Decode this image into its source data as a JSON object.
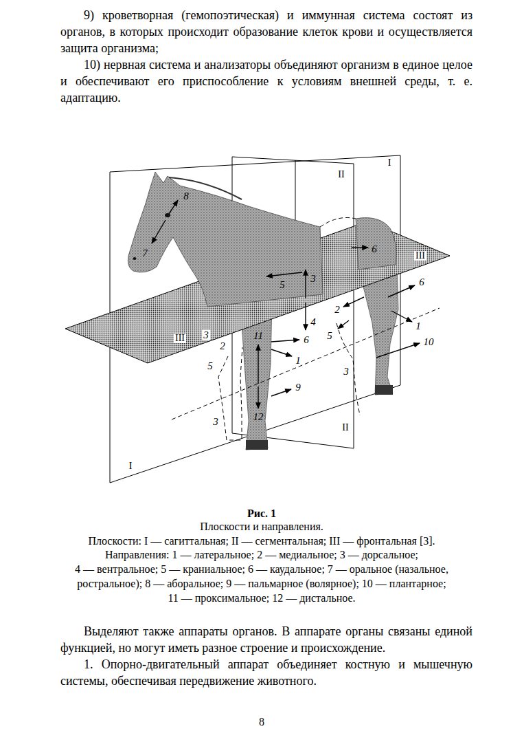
{
  "diagram": {
    "title": "Рис. 1",
    "caption": "Плоскости и направления.",
    "labels": [
      "9) кроветворная (гемопоэтическая) и иммунная система состоят из органов, в которых происходит образование клеток крови и осуществляется защита организма;",
      "10) нервная система и анализаторы объединяют организм в единое целое и обеспечивают его приспособление к условиям внешней среды, т. е. адаптацию.",
      "I",
      "II",
      "8",
      "7",
      "6",
      "III",
      "5",
      "3",
      "6",
      "2",
      "4",
      "1",
      "3",
      "III",
      "2",
      "11",
      "6",
      "5",
      "10",
      "5",
      "1",
      "3",
      "9",
      "3",
      "12",
      "II",
      "I",
      "Плоскости: I — сагиттальная; II — сегментальная; III — фронтальная [3].",
      "Направления: 1 — латеральное; 2 — медиальное; 3 — дорсальное; 4 — вентральное; 5 — краниальное; 6 — каудальное; 7 — оральное (назальное, ростральное); 8 — аборальное; 9 — пальмарное (волярное); 10 — плантарное; 11 — проксимальное; 12 — дистальное.",
      "Выделяют также аппараты органов. В аппарате органы связаны единой функцией, но могут иметь разное строение и происхождение.",
      "1. Опорно-двигательный аппарат объединяет костную и мышечную системы, обеспечивая передвижение животного.",
      "8"
    ]
  }
}
